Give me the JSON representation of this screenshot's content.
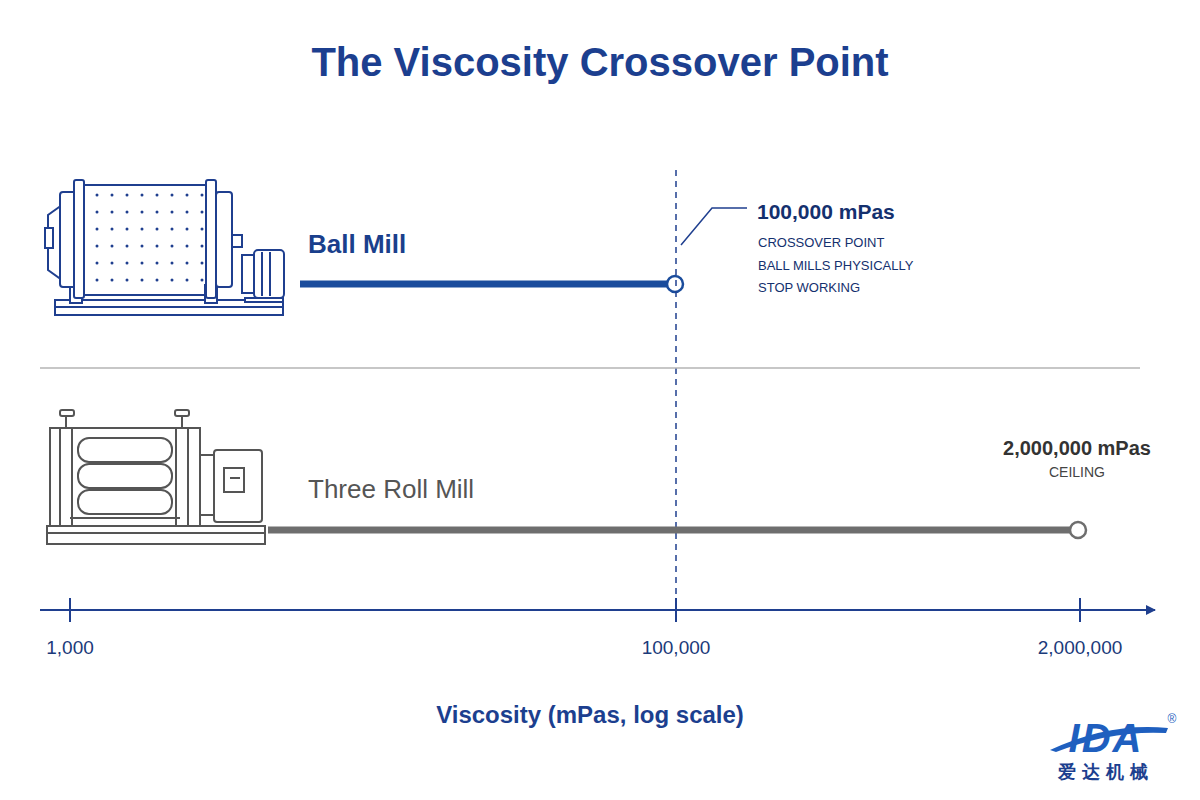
{
  "diagram": {
    "title": "The Viscosity Crossover Point",
    "labels": [
      "Ball Mill",
      "100,000 mPas",
      "CROSSOVER POINT BALL MILLS PHYSICALLY STOP WORKING",
      "Three Roll Mill",
      "2,000,000 mPas",
      "CEILING",
      "1,000",
      "100,000",
      "2,000,000",
      "Viscosity (mPas, log scale)",
      "IDA",
      "®",
      "爱达机械"
    ]
  }
}
